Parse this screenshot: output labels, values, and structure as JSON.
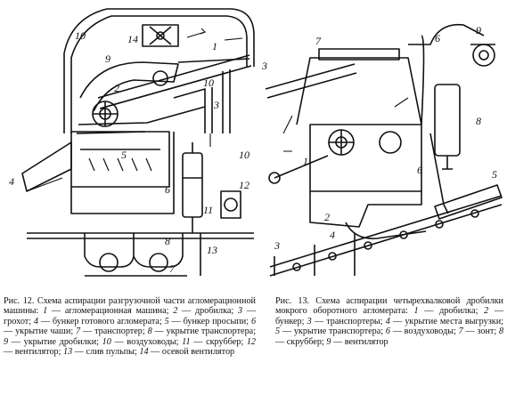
{
  "figure12": {
    "labels": [
      "1",
      "2",
      "3",
      "4",
      "5",
      "6",
      "7",
      "8",
      "9",
      "10",
      "10",
      "10",
      "11",
      "12",
      "13",
      "14"
    ],
    "caption_title": "Рис. 12. Схема аспирации разгрузочной части агломерационной машины:",
    "legend": [
      {
        "n": "1",
        "text": "агломерационная машина;"
      },
      {
        "n": "2",
        "text": "дробилка;"
      },
      {
        "n": "3",
        "text": "грохот;"
      },
      {
        "n": "4",
        "text": "бункер готового агломерата;"
      },
      {
        "n": "5",
        "text": "бункер просыпи;"
      },
      {
        "n": "6",
        "text": "укрытие чаши;"
      },
      {
        "n": "7",
        "text": "транспортер;"
      },
      {
        "n": "8",
        "text": "укрытие транспортера;"
      },
      {
        "n": "9",
        "text": "укрытие дробилки;"
      },
      {
        "n": "10",
        "text": "воздуховоды;"
      },
      {
        "n": "11",
        "text": "скруббер;"
      },
      {
        "n": "12",
        "text": "вентилятор;"
      },
      {
        "n": "13",
        "text": "слив пульпы;"
      },
      {
        "n": "14",
        "text": "осевой вентилятор"
      }
    ]
  },
  "figure13": {
    "labels": [
      "1",
      "2",
      "3",
      "3",
      "4",
      "5",
      "6",
      "6",
      "7",
      "8",
      "9"
    ],
    "caption_title": "Рис. 13. Схема аспирации четырехвалковой дробилки мокрого оборотного агломерата:",
    "legend": [
      {
        "n": "1",
        "text": "дробилка;"
      },
      {
        "n": "2",
        "text": "бункер;"
      },
      {
        "n": "3",
        "text": "транспортеры;"
      },
      {
        "n": "4",
        "text": "укрытие места выгрузки;"
      },
      {
        "n": "5",
        "text": "укрытие транспортера;"
      },
      {
        "n": "6",
        "text": "воздуховоды;"
      },
      {
        "n": "7",
        "text": "зонт;"
      },
      {
        "n": "8",
        "text": "скруббер;"
      },
      {
        "n": "9",
        "text": "вентилятор"
      }
    ]
  }
}
